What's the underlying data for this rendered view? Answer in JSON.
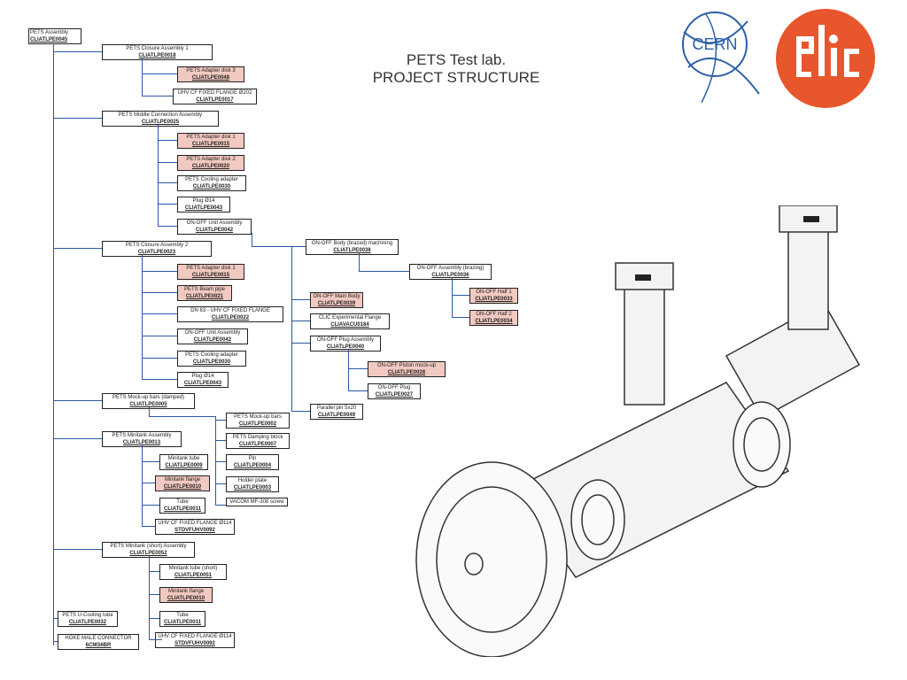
{
  "title": {
    "line1": "PETS Test lab.",
    "line2": "PROJECT STRUCTURE"
  },
  "logos": {
    "cern": "CERN",
    "clic": "CLIC"
  },
  "tree": [
    {
      "id": "root",
      "name": "PETS Assembly",
      "code": "CLIATLPE0045",
      "hl": false,
      "align": "left"
    },
    {
      "id": "n1",
      "name": "PETS Closure Assembly 1",
      "code": "CLIATLPE0018",
      "hl": false
    },
    {
      "id": "n2",
      "name": "PETS Adapter disk 3",
      "code": "CLIATLPE0048",
      "hl": true
    },
    {
      "id": "n3",
      "name": "UHV CF FIXED FLANGE  Ø202",
      "code": "CLIATLPE0017",
      "hl": false
    },
    {
      "id": "n4",
      "name": "PETS Middle Connection Assembly",
      "code": "CLIATLPE0025",
      "hl": false
    },
    {
      "id": "n5",
      "name": "PETS Adapter disk 1",
      "code": "CLIATLPE0015",
      "hl": true
    },
    {
      "id": "n6",
      "name": "PETS Adapter disk 2",
      "code": "CLIATLPE0020",
      "hl": true
    },
    {
      "id": "n7",
      "name": "PETS Cooling adapter",
      "code": "CLIATLPE0030",
      "hl": false
    },
    {
      "id": "n8",
      "name": "Plug Ø14",
      "code": "CLIATLPE0043",
      "hl": false
    },
    {
      "id": "n9",
      "name": "ON-OFF Unit Assembly",
      "code": "CLIATLPE0042",
      "hl": false
    },
    {
      "id": "n10",
      "name": "PETS Closure Assembly 2",
      "code": "CLIATLPE0023",
      "hl": false
    },
    {
      "id": "n11",
      "name": "PETS Adapter disk 1",
      "code": "CLIATLPE0015",
      "hl": true
    },
    {
      "id": "n12",
      "name": "PETS Beam pipe",
      "code": "CLIATLPE0021",
      "hl": true
    },
    {
      "id": "n13",
      "name": "DN 63 - UHV CF FIXED FLANGE",
      "code": "CLIATLPE0022",
      "hl": false
    },
    {
      "id": "n14",
      "name": "ON-OFF Unit Assembly",
      "code": "CLIATLPE0042",
      "hl": false
    },
    {
      "id": "n15",
      "name": "PETS Cooling adapter",
      "code": "CLIATLPE0030",
      "hl": false
    },
    {
      "id": "n16",
      "name": "Plug Ø14",
      "code": "CLIATLPE0043",
      "hl": false
    },
    {
      "id": "n17",
      "name": "PETS Mock-up bars (damped)",
      "code": "CLIATLPE0005",
      "hl": false
    },
    {
      "id": "n18",
      "name": "PETS Mock-up bars",
      "code": "CLIATLPE0002",
      "hl": false
    },
    {
      "id": "n19",
      "name": "PETS Damping block",
      "code": "CLIATLPE0007",
      "hl": false
    },
    {
      "id": "n20",
      "name": "Pin",
      "code": "CLIATLPE0004",
      "hl": false
    },
    {
      "id": "n21",
      "name": "Holder plate",
      "code": "CLIATLPE0003",
      "hl": false
    },
    {
      "id": "n22",
      "name": "VACOM MF-308 screw",
      "code": "",
      "hl": false
    },
    {
      "id": "n23",
      "name": "PETS Minitank Assembly",
      "code": "CLIATLPE0013",
      "hl": false
    },
    {
      "id": "n24",
      "name": "Minitank tube",
      "code": "CLIATLPE0009",
      "hl": false
    },
    {
      "id": "n25",
      "name": "Minitank flange",
      "code": "CLIATLPE0010",
      "hl": true
    },
    {
      "id": "n26",
      "name": "Tube",
      "code": "CLIATLPE0011",
      "hl": false
    },
    {
      "id": "n27",
      "name": "UHV CF FIXED FLANGE Ø114",
      "code": "STDVFUHV0092",
      "hl": false
    },
    {
      "id": "n28",
      "name": "PETS Minitank (short) Assembly",
      "code": "CLIATLPE0052",
      "hl": false
    },
    {
      "id": "n29",
      "name": "Minitank tube (short)",
      "code": "CLIATLPE0051",
      "hl": false
    },
    {
      "id": "n30",
      "name": "Minitank flange",
      "code": "CLIATLPE0010",
      "hl": true
    },
    {
      "id": "n31",
      "name": "Tube",
      "code": "CLIATLPE0011",
      "hl": false
    },
    {
      "id": "n32",
      "name": "UHV CF FIXED FLANGE Ø114",
      "code": "STDVFUHV0092",
      "hl": false
    },
    {
      "id": "n33",
      "name": "PETS U-Cooling tube",
      "code": "CLIATLPE0032",
      "hl": false
    },
    {
      "id": "n34",
      "name": "HOKE MALE CONNECTOR",
      "code": "6CMS6BR",
      "hl": false
    },
    {
      "id": "n35",
      "name": "ON-OFF Body (brazed) machining",
      "code": "CLIATLPE0038",
      "hl": false
    },
    {
      "id": "n36",
      "name": "ON-OFF Assembly (brazing)",
      "code": "CLIATLPE0036",
      "hl": false
    },
    {
      "id": "n37",
      "name": "ON-OFF Half 1",
      "code": "CLIATLPE0033",
      "hl": true
    },
    {
      "id": "n38",
      "name": "ON-OFF Half 2",
      "code": "CLIATLPE0034",
      "hl": true
    },
    {
      "id": "n39",
      "name": "ON-OFF Main Body",
      "code": "CLIATLPE0039",
      "hl": true
    },
    {
      "id": "n40",
      "name": "CLIC Experimental Flange",
      "code": "CLIAVACU0184",
      "hl": false
    },
    {
      "id": "n41",
      "name": "ON-OFF Plug Assembly",
      "code": "CLIATLPE0040",
      "hl": false
    },
    {
      "id": "n42",
      "name": "ON-OFF Piston mock-up",
      "code": "CLIATLPE0028",
      "hl": true
    },
    {
      "id": "n43",
      "name": "ON-OFF  Plug",
      "code": "CLIATLPE0027",
      "hl": false
    },
    {
      "id": "n44",
      "name": "Parallel pin 5x20",
      "code": "CLIATLPE0049",
      "hl": false
    }
  ]
}
